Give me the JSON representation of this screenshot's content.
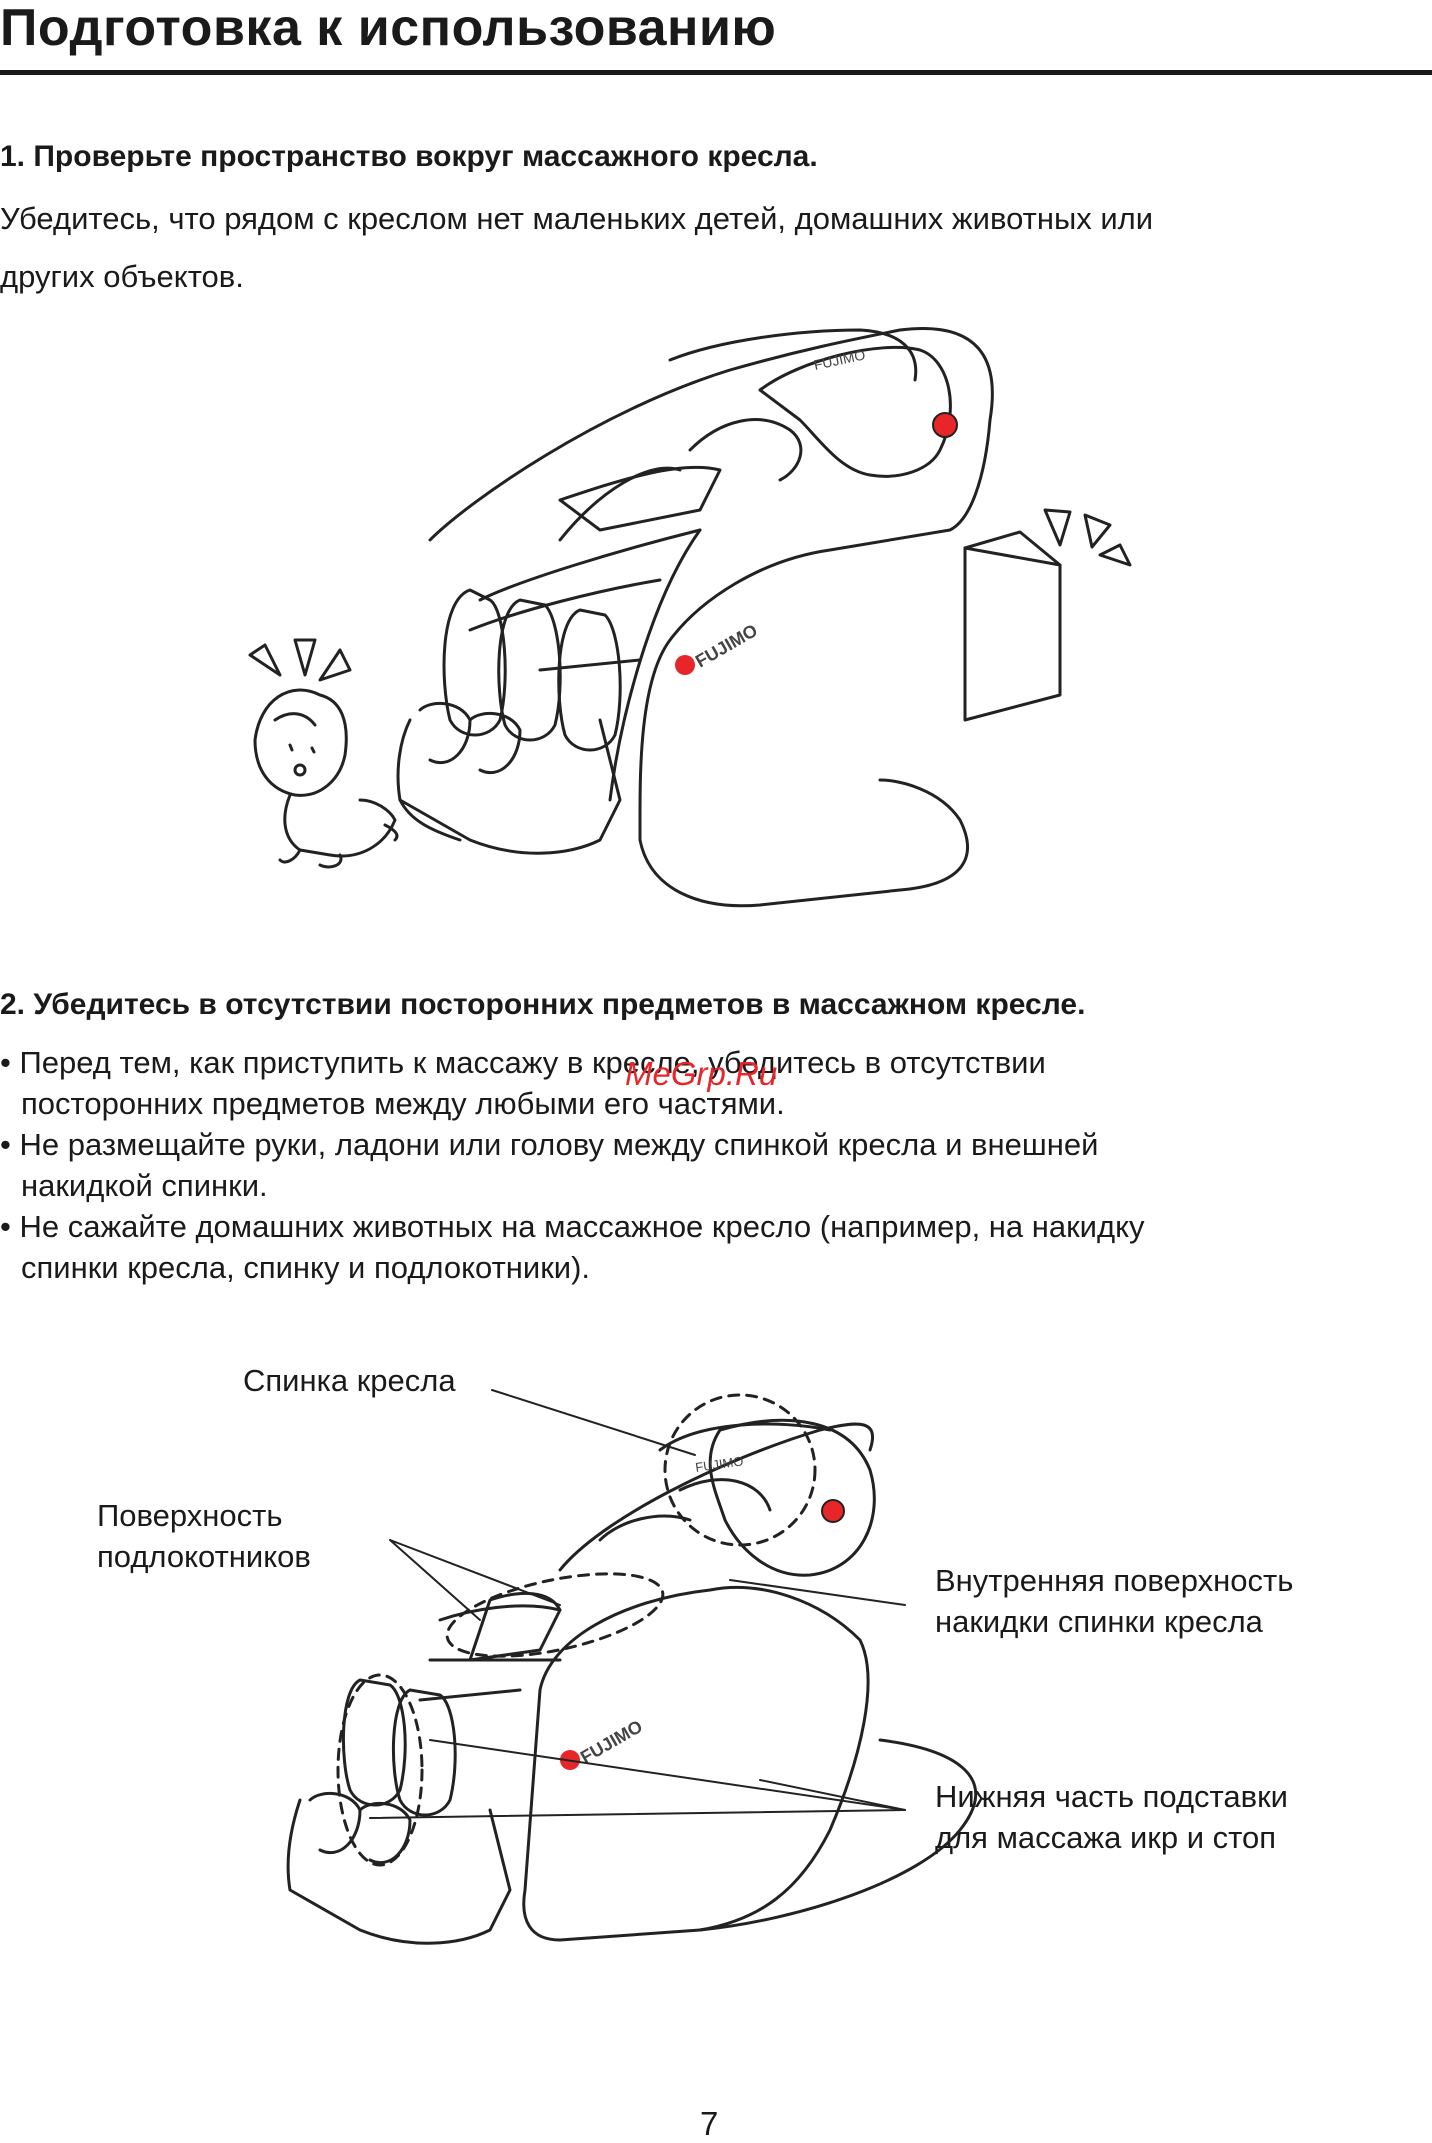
{
  "page": {
    "title": "Подготовка к использованию",
    "page_number": "7",
    "watermark": "MeGrp.Ru"
  },
  "section1": {
    "heading": "1. Проверьте пространство вокруг массажного кресла.",
    "lines": [
      "Убедитесь, что рядом с креслом нет маленьких детей, домашних животных или",
      "других объектов."
    ]
  },
  "section2": {
    "heading": "2. Убедитесь в отсутствии посторонних предметов в массажном кресле.",
    "bullets": [
      [
        "• Перед тем, как приступить к массажу в кресле, убедитесь в отсутствии",
        "посторонних предметов между любыми его частями."
      ],
      [
        "• Не размещайте руки, ладони или голову между спинкой кресла и внешней",
        "накидкой спинки."
      ],
      [
        "• Не сажайте домашних животных на массажное кресло (например, на накидку",
        "спинки кресла, спинку и подлокотники)."
      ]
    ]
  },
  "figure1": {
    "brand_top": "FUJIMO",
    "brand_side": "FUJIMO"
  },
  "figure2": {
    "brand_top": "FUJIMO",
    "brand_side": "FUJIMO",
    "labels": {
      "backrest": "Спинка кресла",
      "armrest": [
        "Поверхность",
        "подлокотников"
      ],
      "inner_cover": [
        "Внутренняя поверхность",
        "накидки спинки кресла"
      ],
      "leg_rest": [
        "Нижняя часть подставки",
        "для массажа икр и стоп"
      ]
    }
  }
}
